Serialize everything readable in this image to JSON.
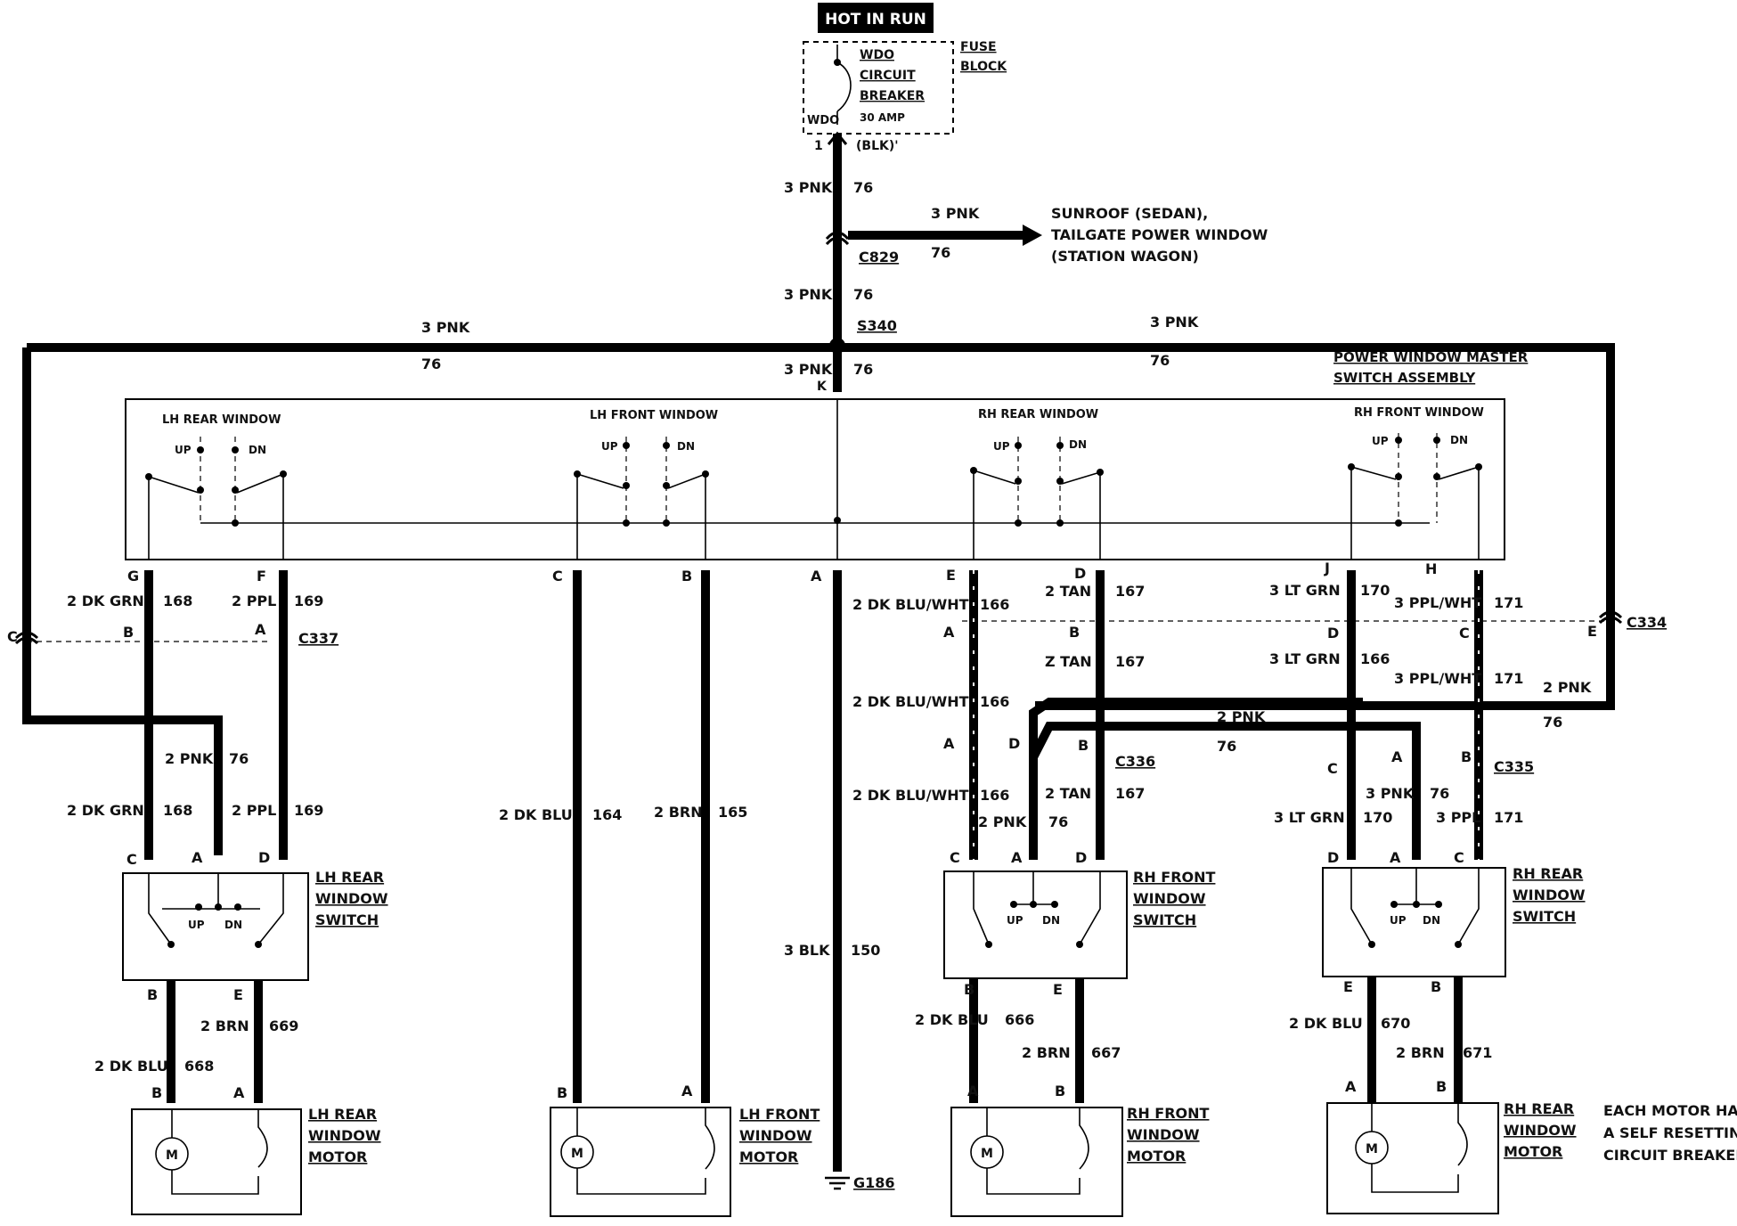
{
  "power": {
    "hot_in_run": "HOT IN RUN"
  },
  "fuse_block": {
    "label": [
      "FUSE",
      "BLOCK"
    ],
    "breaker": [
      "WDO",
      "CIRCUIT",
      "BREAKER"
    ],
    "rating": "30 AMP",
    "terminal": "WDO",
    "pin": "1",
    "pin_color": "(BLK)'"
  },
  "feed": {
    "gauge_color": "3 PNK",
    "circuit": "76",
    "connector_c829": "C829",
    "splice_s340": "S340",
    "pin_k": "K"
  },
  "sunroof": {
    "wire": "3 PNK",
    "circuit": "76",
    "dest": [
      "SUNROOF (SEDAN),",
      "TAILGATE POWER WINDOW",
      "(STATION WAGON)"
    ]
  },
  "bus": {
    "left": "3 PNK",
    "left_circuit": "76",
    "right": "3 PNK",
    "right_circuit": "76"
  },
  "master": {
    "title": [
      "POWER WINDOW MASTER",
      "SWITCH ASSEMBLY"
    ],
    "sections": [
      "LH REAR WINDOW",
      "LH FRONT WINDOW",
      "RH REAR WINDOW",
      "RH FRONT WINDOW"
    ],
    "up": "UP",
    "dn": "DN",
    "pins": [
      "G",
      "F",
      "C",
      "B",
      "A",
      "E",
      "D",
      "J",
      "H"
    ]
  },
  "lh_rear": {
    "wire1": "2 DK GRN",
    "ckt1": "168",
    "wire2": "2 PPL",
    "ckt2": "169",
    "conn": "C337",
    "conn_pins": [
      "C",
      "B",
      "A"
    ],
    "feed_wire": "2 PNK",
    "feed_ckt": "76",
    "switch_pins": [
      "C",
      "A",
      "D",
      "B",
      "E"
    ],
    "switch_label": [
      "LH REAR",
      "WINDOW",
      "SWITCH"
    ],
    "motor_wire1": "2 DK BLU",
    "motor_ckt1": "668",
    "motor_wire2": "2 BRN",
    "motor_ckt2": "669",
    "motor_pins": [
      "B",
      "A"
    ],
    "motor_label": [
      "LH REAR",
      "WINDOW",
      "MOTOR"
    ]
  },
  "lh_front": {
    "wire1": "2 DK BLU",
    "ckt1": "164",
    "wire2": "2 BRN",
    "ckt2": "165",
    "motor_pins": [
      "B",
      "A"
    ],
    "motor_label": [
      "LH FRONT",
      "WINDOW",
      "MOTOR"
    ]
  },
  "ground": {
    "wire": "3 BLK",
    "ckt": "150",
    "label": "G186"
  },
  "rh_front": {
    "wire1": "2 DK BLU/WHT",
    "ckt1": "166",
    "wire2": "2 TAN",
    "ckt2": "167",
    "wire2b": "Z TAN",
    "conn": "C336",
    "conn_pins": [
      "A",
      "D",
      "B"
    ],
    "feed_wire": "2 PNK",
    "feed_ckt": "76",
    "switch_pins": [
      "C",
      "A",
      "D",
      "B",
      "E"
    ],
    "switch_label": [
      "RH FRONT",
      "WINDOW",
      "SWITCH"
    ],
    "motor_wire1": "2 DK BLU",
    "motor_ckt1": "666",
    "motor_wire2": "2 BRN",
    "motor_ckt2": "667",
    "motor_pins": [
      "A",
      "B"
    ],
    "motor_label": [
      "RH FRONT",
      "WINDOW",
      "MOTOR"
    ]
  },
  "rh_rear": {
    "wire1": "3 LT GRN",
    "ckt1": "170",
    "wire1b_ckt": "166",
    "wire2": "3 PPL/WHT",
    "ckt2": "171",
    "wire3": "3 PPL",
    "conn": "C335",
    "conn_pins": [
      "C",
      "A",
      "B"
    ],
    "feed_wire": "3 PNK",
    "feed_ckt": "76",
    "switch_pins": [
      "D",
      "A",
      "C",
      "E",
      "B"
    ],
    "switch_label": [
      "RH REAR",
      "WINDOW",
      "SWITCH"
    ],
    "motor_wire1": "2 DK BLU",
    "motor_ckt1": "670",
    "motor_wire2": "2 BRN",
    "motor_ckt2": "671",
    "motor_pins": [
      "A",
      "B"
    ],
    "motor_label": [
      "RH REAR",
      "WINDOW",
      "MOTOR"
    ]
  },
  "c334": {
    "label": "C334",
    "pins": [
      "C",
      "E"
    ]
  },
  "pnk_crossover": {
    "wire": "2 PNK",
    "ckt": "76",
    "wire2": "2 PNK",
    "ckt2": "76"
  },
  "note": [
    "EACH MOTOR HAS",
    "A SELF RESETTING",
    "CIRCUIT BREAKER"
  ]
}
